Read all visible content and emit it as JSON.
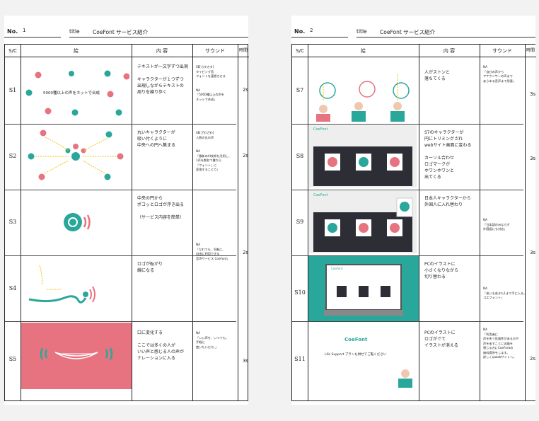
{
  "colors": {
    "teal": "#2aa79b",
    "coral": "#e77380",
    "yellow": "#f2c400",
    "dark": "#2d2d36"
  },
  "sheets": [
    {
      "no_label": "No.",
      "no_value": "1",
      "title_label": "title",
      "title_value": "CoeFont サービス紹介",
      "columns": [
        "S/C",
        "絵",
        "内 容",
        "サウンド",
        "時間"
      ],
      "rows": [
        {
          "sc": "S1",
          "content": "テキストが一文字ずつ出現\n\nキャラクターが１つずつ\n出現しながらテキストの\n周りを練り歩く",
          "sound": "SE[カタカタ]\nタイピング音\nフォントを連想させる\n\n\nNA\n「5000種以上の声を\nネットで合成」",
          "time": "2s",
          "pic_text": "5000種以上の声をネットで合成"
        },
        {
          "sc": "S2",
          "content": "丸いキャラクターが\n吸い付くように\n中央への円へ集まる",
          "sound": "SE[ざわざわ]\n人数の丸の声\n\n\nNA\n「最新のAI技術を活用し、\n1声を数秒で書から\n『フォント』に\n変換することで」",
          "time": "2s",
          "pic_text": ""
        },
        {
          "sc": "S3",
          "content": "中央の円から\nポコッとロゴが浮き出る\n\n（サービス内容を簡単）",
          "sound": "",
          "time": "",
          "pic_text": ""
        },
        {
          "sc": "S4",
          "content": "ロゴが転がり\n線になる",
          "sound": "NA\n「だれでも、気軽に、\n自由に利用できる\n音声サービス CoeFont」",
          "time": "2s",
          "pic_text": ""
        },
        {
          "sc": "S5",
          "content": "口に変化する\n\nここでは多くの人が\nいい声と感じる人の声が\nナレーションに入る",
          "sound": "NA\n「いい声を、いつでも。\n手軽に\n使いたいだけ。」",
          "time": "3s",
          "pic_text": ""
        }
      ]
    },
    {
      "no_label": "No.",
      "no_value": "2",
      "title_label": "title",
      "title_value": "CoeFont サービス紹介",
      "columns": [
        "S/C",
        "絵",
        "内 容",
        "サウンド",
        "時間"
      ],
      "rows": [
        {
          "sc": "S7",
          "content": "人がストンと\n落ちてくる",
          "sound": "NA\n「自分の声から\nアナウンサーの声まで\nあらゆる音声まで用意」",
          "time": "3s",
          "pic_text": ""
        },
        {
          "sc": "S8",
          "content": "S7のキャラクターが\n円にトリミングされ\nwebサイト画面に変わる\n\nカーソル合わせ\nロゴマークが\nホワンホワンと\n出てくる",
          "sound": "",
          "time": "3s",
          "pic_text": ""
        },
        {
          "sc": "S9",
          "content": "日本人キャラクターから\n外国人に入れ替わり",
          "sound": "NA\n「日本語のみならず\n外国語にも対応」",
          "time": "3s",
          "pic_text": ""
        },
        {
          "sc": "S10",
          "content": "PCのイラストに\n小さくなりながら\n切り替わる",
          "sound": "NA\n「老いも若きも1まで手に入る。\nコエフォント」",
          "time": "",
          "pic_text": ""
        },
        {
          "sc": "S11",
          "content": "PCのイラストに\nロゴがでて\nイラストが消える",
          "sound": "NA\n「利用者に\n声を失う危険性がある方や\n声を出すことに苦痛を\n感じる方にCoeFontの\n無料提供をします。\n詳しくはwebサイトへ」",
          "time": "2s",
          "pic_text": "Life Support プランも併せてご覧ください"
        }
      ]
    }
  ],
  "brand": "CoeFont",
  "pc_logo": "CoeFont"
}
